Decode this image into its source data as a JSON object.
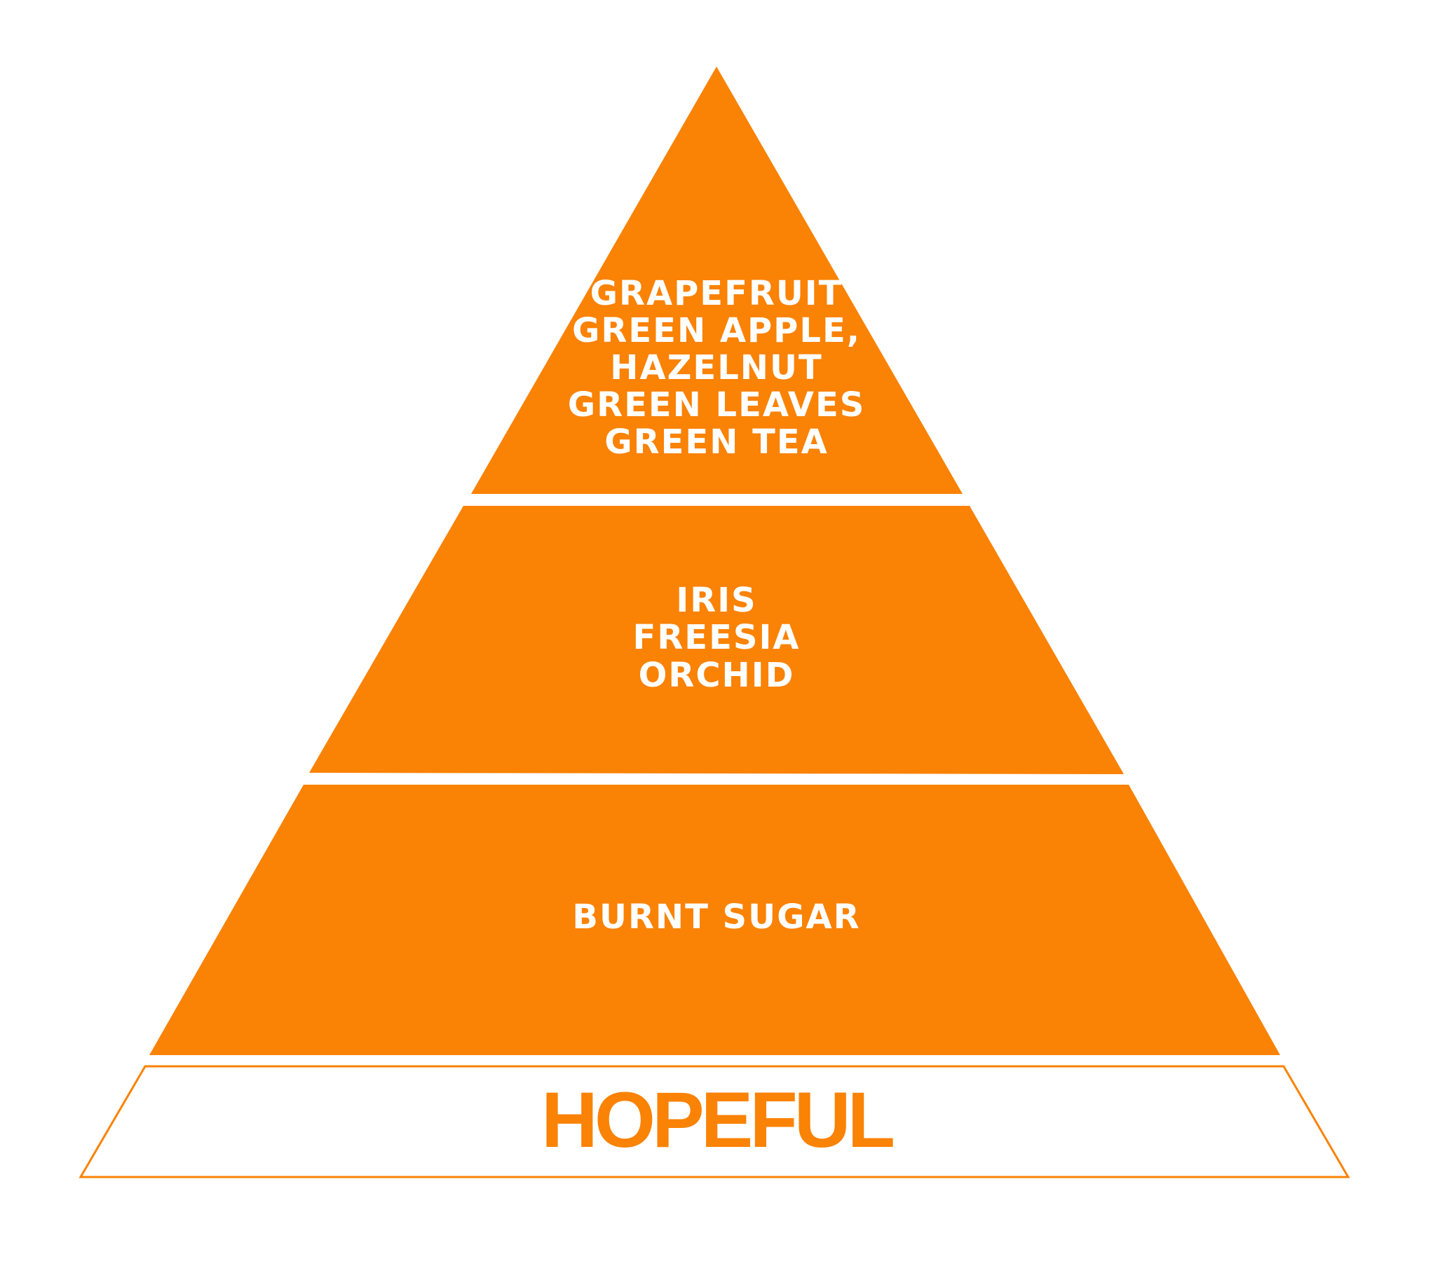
{
  "colors": {
    "accent": "#FA8204",
    "background": "#FFFFFF",
    "tier_text": "#FFFFFF"
  },
  "pyramid": {
    "top_notes": [
      "GRAPEFRUIT",
      "GREEN APPLE,",
      "HAZELNUT",
      "GREEN LEAVES",
      "GREEN TEA"
    ],
    "middle_notes": [
      "IRIS",
      "FREESIA",
      "ORCHID"
    ],
    "base_notes": [
      "BURNT SUGAR"
    ],
    "label": "HOPEFUL"
  }
}
